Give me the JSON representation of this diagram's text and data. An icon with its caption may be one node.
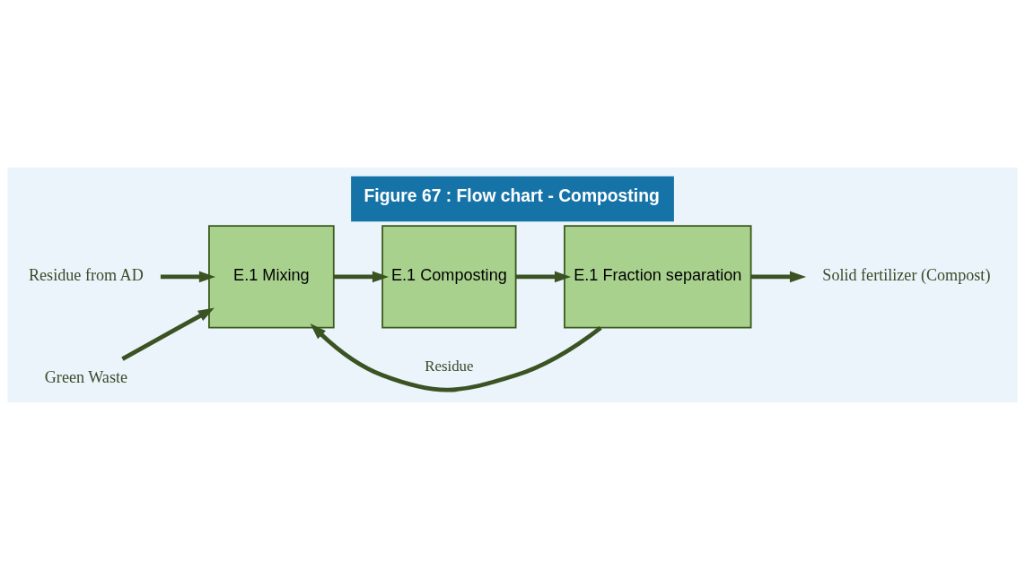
{
  "diagram": {
    "title": "Figure 67 : Flow chart - Composting",
    "nodes": [
      {
        "text": [
          "Residue from AD"
        ]
      },
      {
        "text": [
          "E.1 Mixing"
        ]
      },
      {
        "text": [
          "E.1 Composting"
        ]
      },
      {
        "text": [
          "E.1 Fraction separation"
        ]
      },
      {
        "text": [
          "Solid fertilizer (Compost)"
        ]
      },
      {
        "text": [
          "Green Waste"
        ]
      }
    ],
    "edges": [
      {
        "from": 0,
        "to": 1,
        "arrow": "to"
      },
      {
        "from": 1,
        "to": 2,
        "arrow": "to"
      },
      {
        "from": 2,
        "to": 3,
        "arrow": "to"
      },
      {
        "from": 3,
        "to": 4,
        "arrow": "to"
      },
      {
        "from": 5,
        "to": 1,
        "arrow": "to"
      },
      {
        "from": 3,
        "to": 1,
        "arrow": "to",
        "label": "Residue"
      }
    ]
  }
}
